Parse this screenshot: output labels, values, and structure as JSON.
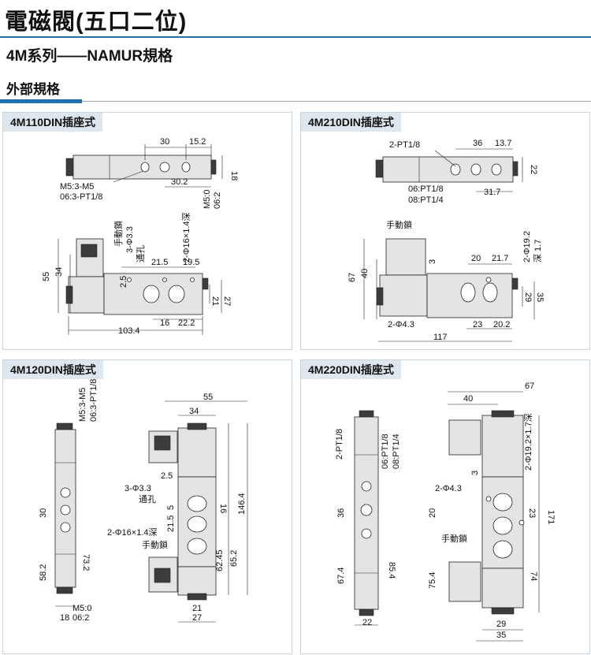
{
  "header": {
    "title": "電磁閥(五口二位)",
    "subtitle": "4M系列——NAMUR規格",
    "section": "外部規格"
  },
  "panels": {
    "m110": {
      "title": "4M110DIN插座式",
      "dims": {
        "d30": "30",
        "d15_2": "15.2",
        "d18": "18",
        "d30_2": "30.2",
        "m5": "M5:3-M5",
        "pt": "06:3-PT1/8",
        "m50": "M5:0",
        "d062": "06:2",
        "manual": "手動鎖",
        "hole": "3-Φ3.3",
        "thru": "通孔",
        "deep": "2-Φ16×1.4深",
        "d21_5": "21.5",
        "d19_5": "19.5",
        "d2_5": "2.5",
        "d55": "55",
        "d34": "34",
        "d21": "21",
        "d27": "27",
        "d16": "16",
        "d22_2": "22.2",
        "d103_4": "103.4"
      }
    },
    "m210": {
      "title": "4M210DIN插座式",
      "dims": {
        "pt18": "2-PT1/8",
        "d36": "36",
        "d13_7": "13.7",
        "d22": "22",
        "d31_7": "31.7",
        "p06": "06:PT1/8",
        "p08": "08:PT1/4",
        "manual": "手動鎖",
        "d20": "20",
        "d21_7": "21.7",
        "phi19": "2-Φ19.2",
        "deep17": "深 1.7",
        "d3": "3",
        "d67": "67",
        "d40": "40",
        "d29": "29",
        "d35": "35",
        "phi43": "2-Φ4.3",
        "d23": "23",
        "d20_2": "20.2",
        "d117": "117"
      }
    },
    "m120": {
      "title": "4M120DIN插座式",
      "dims": {
        "m5": "M5:3-M5",
        "pt": "06:3-PT1/8",
        "d55": "55",
        "d34": "34",
        "d2_5": "2.5",
        "hole": "3-Φ3.3",
        "thru": "通孔",
        "d21_5": "21.5",
        "d16": "16",
        "d146_4": "146.4",
        "deep": "2-Φ16×1.4深",
        "manual": "手動鎖",
        "d30": "30",
        "d73_2": "73.2",
        "d58_2": "58.2",
        "d62_45": "62.45",
        "d65_2": "65.2",
        "m50": "M5:0",
        "d062": "06:2",
        "d18": "18",
        "d21": "21",
        "d27": "27",
        "d5": "5"
      }
    },
    "m220": {
      "title": "4M220DIN插座式",
      "dims": {
        "d67": "67",
        "d40": "40",
        "pt18": "2-PT1/8",
        "p06": "06:PT1/8",
        "p08": "08:PT1/4",
        "phi19": "2-Φ19.2×1.7深",
        "d171": "171",
        "d3": "3",
        "phi43": "2-Φ4.3",
        "d36": "36",
        "d20": "20",
        "d23": "23",
        "manual": "手動鎖",
        "d67_4": "67.4",
        "d85_4": "85.4",
        "d75_4": "75.4",
        "d74": "74",
        "d22": "22",
        "d29": "29",
        "d35": "35"
      }
    }
  }
}
